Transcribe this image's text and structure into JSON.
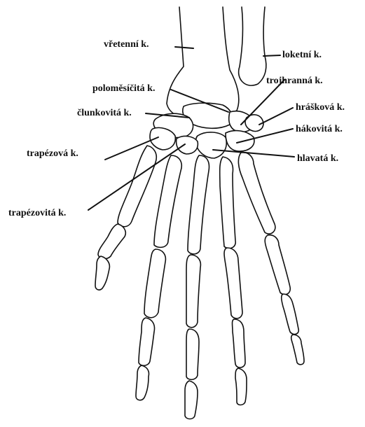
{
  "labels": {
    "radius": "vřetenní k.",
    "ulna": "loketní k.",
    "lunate": "poloměsíčitá k.",
    "triquetrum": "trojhranná k.",
    "scaphoid": "člunkovitá k.",
    "pisiform": "hrášková k.",
    "hamate": "hákovitá k.",
    "trapezium": "trapézová k.",
    "capitate": "hlavatá k.",
    "trapezoid": "trapézovitá k."
  },
  "colors": {
    "ink": "#111111",
    "bone_fill": "#ffffff"
  }
}
